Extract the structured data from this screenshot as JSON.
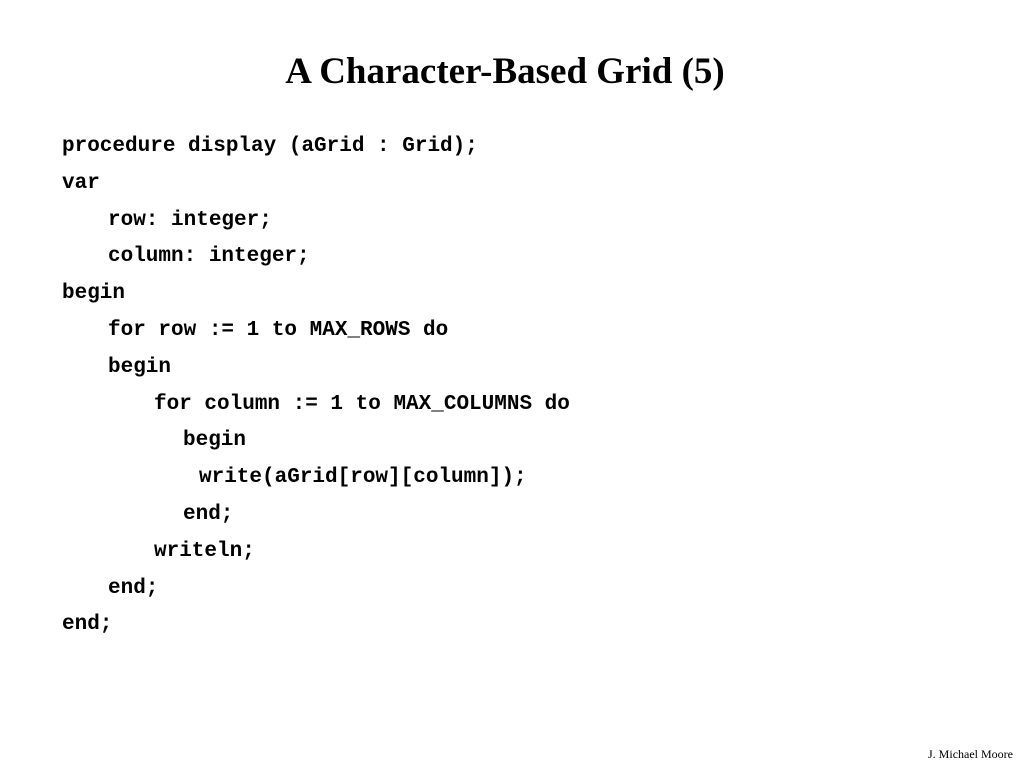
{
  "slide": {
    "title": "A Character-Based Grid (5)",
    "author": "J. Michael Moore",
    "code_lines": [
      "procedure display (aGrid : Grid);",
      "var",
      "row: integer;",
      "column: integer;",
      "begin",
      "for row := 1 to MAX_ROWS do",
      "begin",
      "for column := 1 to MAX_COLUMNS do",
      "begin",
      "write(aGrid[row][column]);",
      "end;",
      "writeln;",
      "end;",
      "end;"
    ]
  }
}
